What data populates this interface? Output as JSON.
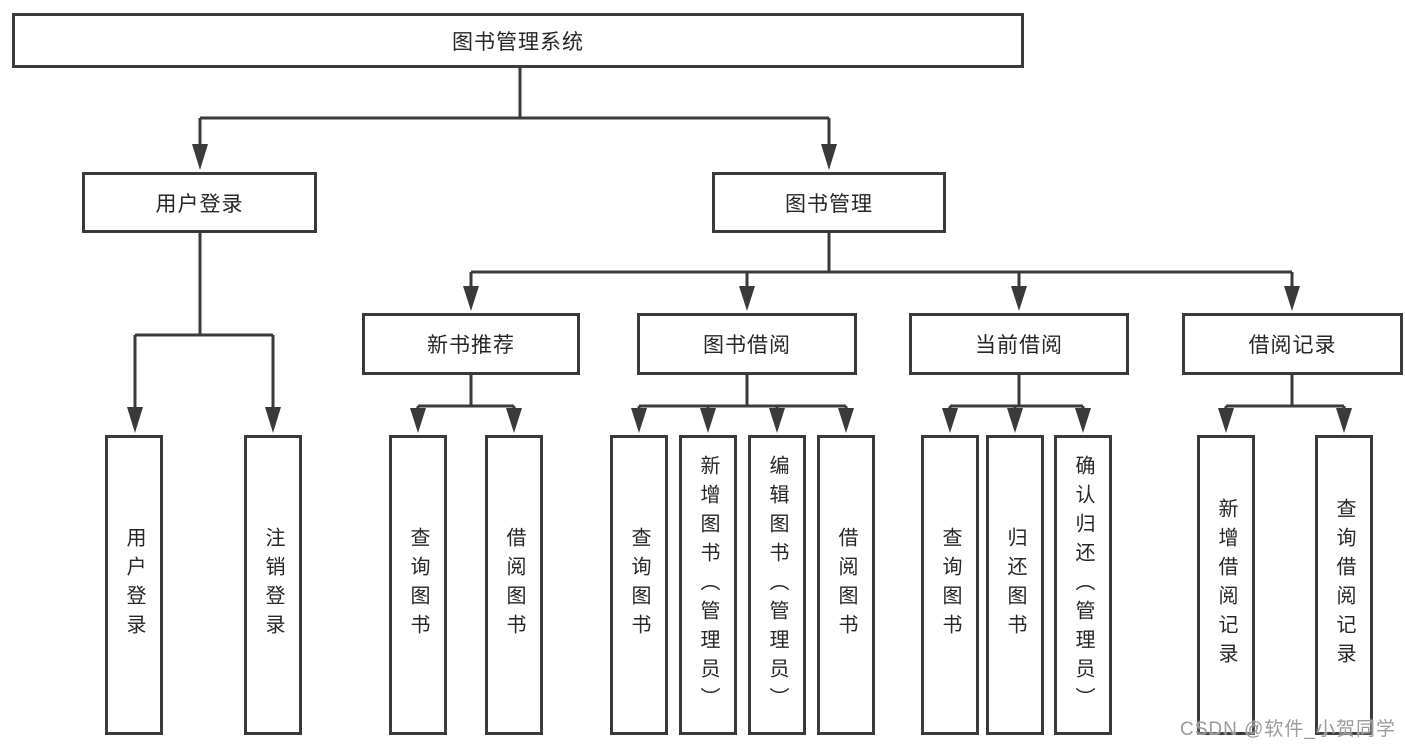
{
  "tree": {
    "root": {
      "label": "图书管理系统"
    },
    "branches": [
      {
        "label": "用户登录",
        "children": [
          {
            "label": "用户登录"
          },
          {
            "label": "注销登录"
          }
        ]
      },
      {
        "label": "图书管理",
        "children": [
          {
            "label": "新书推荐",
            "children": [
              {
                "label": "查询图书"
              },
              {
                "label": "借阅图书"
              }
            ]
          },
          {
            "label": "图书借阅",
            "children": [
              {
                "label": "查询图书"
              },
              {
                "label": "新增图书（管理员）"
              },
              {
                "label": "编辑图书（管理员）"
              },
              {
                "label": "借阅图书"
              }
            ]
          },
          {
            "label": "当前借阅",
            "children": [
              {
                "label": "查询图书"
              },
              {
                "label": "归还图书"
              },
              {
                "label": "确认归还（管理员）"
              }
            ]
          },
          {
            "label": "借阅记录",
            "children": [
              {
                "label": "新增借阅记录"
              },
              {
                "label": "查询借阅记录"
              }
            ]
          }
        ]
      }
    ]
  },
  "watermark": {
    "text": "CSDN @软件_小贺同学"
  },
  "colors": {
    "line": "#3a3a3a",
    "box_border": "#3a3a3a",
    "box_fill": "#ffffff",
    "text": "#262626",
    "watermark_text": "#9a9a9a",
    "background": "#ffffff"
  }
}
